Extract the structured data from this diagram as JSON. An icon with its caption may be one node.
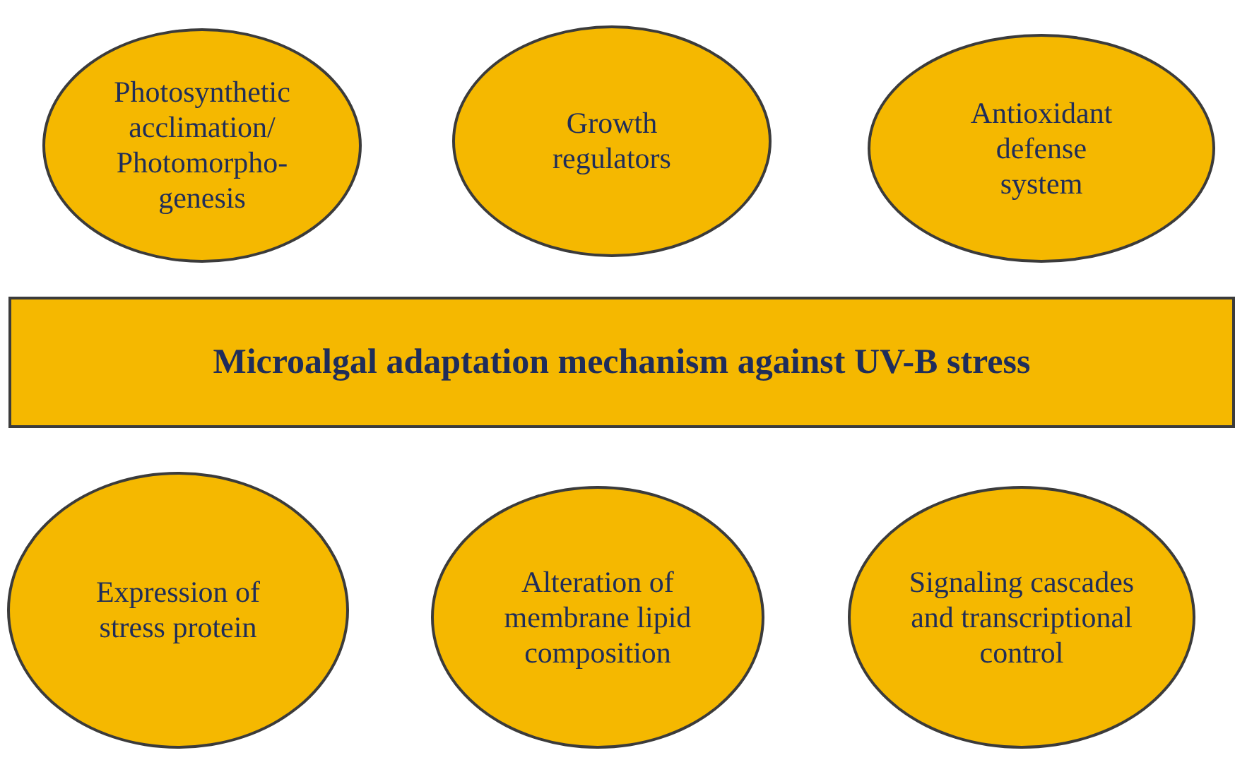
{
  "diagram": {
    "nodes": [
      {
        "text": [
          "Photosynthetic acclimation/ Photomorpho- genesis"
        ]
      },
      {
        "text": [
          "Growth regulators"
        ]
      },
      {
        "text": [
          "Antioxidant defense system"
        ]
      },
      {
        "text": [
          "Microalgal adaptation mechanism against UV-B stress"
        ]
      },
      {
        "text": [
          "Expression of stress protein"
        ]
      },
      {
        "text": [
          "Alteration of membrane lipid composition"
        ]
      },
      {
        "text": [
          "Signaling cascades and transcriptional control"
        ]
      }
    ]
  }
}
